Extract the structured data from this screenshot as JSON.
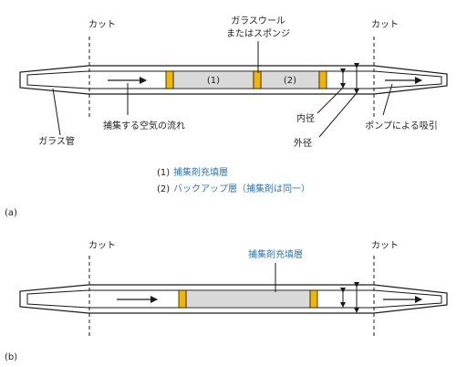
{
  "colors": {
    "tube_stroke": "#1a1a1a",
    "glass_fill": "#ffffff",
    "sorbent_fill": "#d9d9d9",
    "plug_fill": "#f5b400",
    "blue_text": "#2e75b6",
    "text": "#222222"
  },
  "a": {
    "panel_label": "(a)",
    "cut_left": "カット",
    "cut_right": "カット",
    "glass_wool_line1": "ガラスウール",
    "glass_wool_line2": "またはスポンジ",
    "section1_marker": "(1)",
    "section2_marker": "(2)",
    "inner_diameter": "内径",
    "outer_diameter": "外径",
    "air_flow": "捕集する空気の流れ",
    "pump_suction": "ポンプによる吸引",
    "glass_tube": "ガラス管",
    "legend": [
      {
        "marker": "(1)",
        "text": "捕集剤充填層"
      },
      {
        "marker": "(2)",
        "text": "バックアップ層（捕集剤は同一）"
      }
    ]
  },
  "b": {
    "panel_label": "(b)",
    "cut_left": "カット",
    "cut_right": "カット",
    "packed_layer": "捕集剤充填層"
  }
}
